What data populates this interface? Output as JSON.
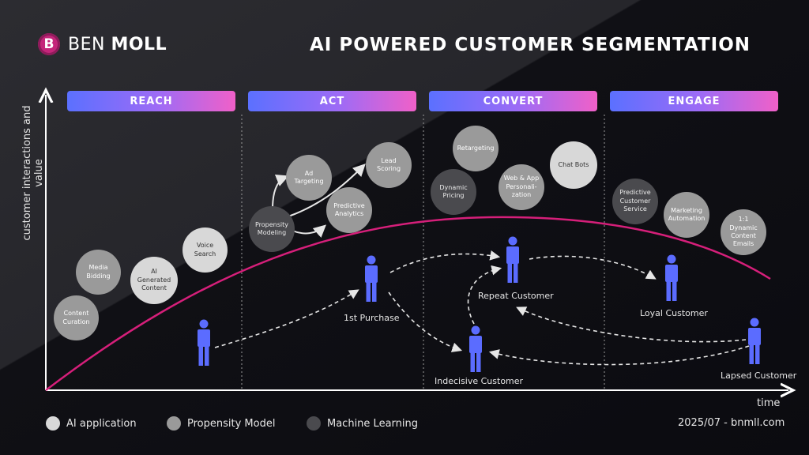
{
  "brand": {
    "mark": "B",
    "first": "BEN",
    "last": "MOLL"
  },
  "title": "AI POWERED CUSTOMER SEGMENTATION",
  "stages": [
    "REACH",
    "ACT",
    "CONVERT",
    "ENGAGE"
  ],
  "axes": {
    "y": "customer interactions and value",
    "x": "time"
  },
  "bubbles": {
    "content_curation": "Content Curation",
    "media_bidding": "Media Bidding",
    "ai_generated_content": "AI Generated Content",
    "voice_search": "Voice Search",
    "propensity_modeling": "Propensity Modeling",
    "ad_targeting": "Ad Targeting",
    "predictive_analytics": "Predictive Analytics",
    "lead_scoring": "Lead Scoring",
    "dynamic_pricing": "Dynamic Pricing",
    "retargeting": "Retargeting",
    "web_app_personalization": "Web & App Personali-zation",
    "chat_bots": "Chat Bots",
    "predictive_customer_service": "Predictive Customer Service",
    "marketing_automation": "Marketing Automation",
    "dynamic_content_emails": "1:1 Dynamic Content Emails"
  },
  "people": {
    "first_purchase": "1st Purchase",
    "repeat_customer": "Repeat Customer",
    "indecisive_customer": "Indecisive Customer",
    "loyal_customer": "Loyal Customer",
    "lapsed_customer": "Lapsed Customer"
  },
  "legend": [
    "AI application",
    "Propensity Model",
    "Machine Learning"
  ],
  "footer": "2025/07 - bnmll.com",
  "colors": {
    "ai": "#d8d8d8",
    "propensity": "#9a9a9a",
    "ml": "#4a4a4e",
    "curve": "#d61f7a",
    "person": "#5b6cff"
  }
}
